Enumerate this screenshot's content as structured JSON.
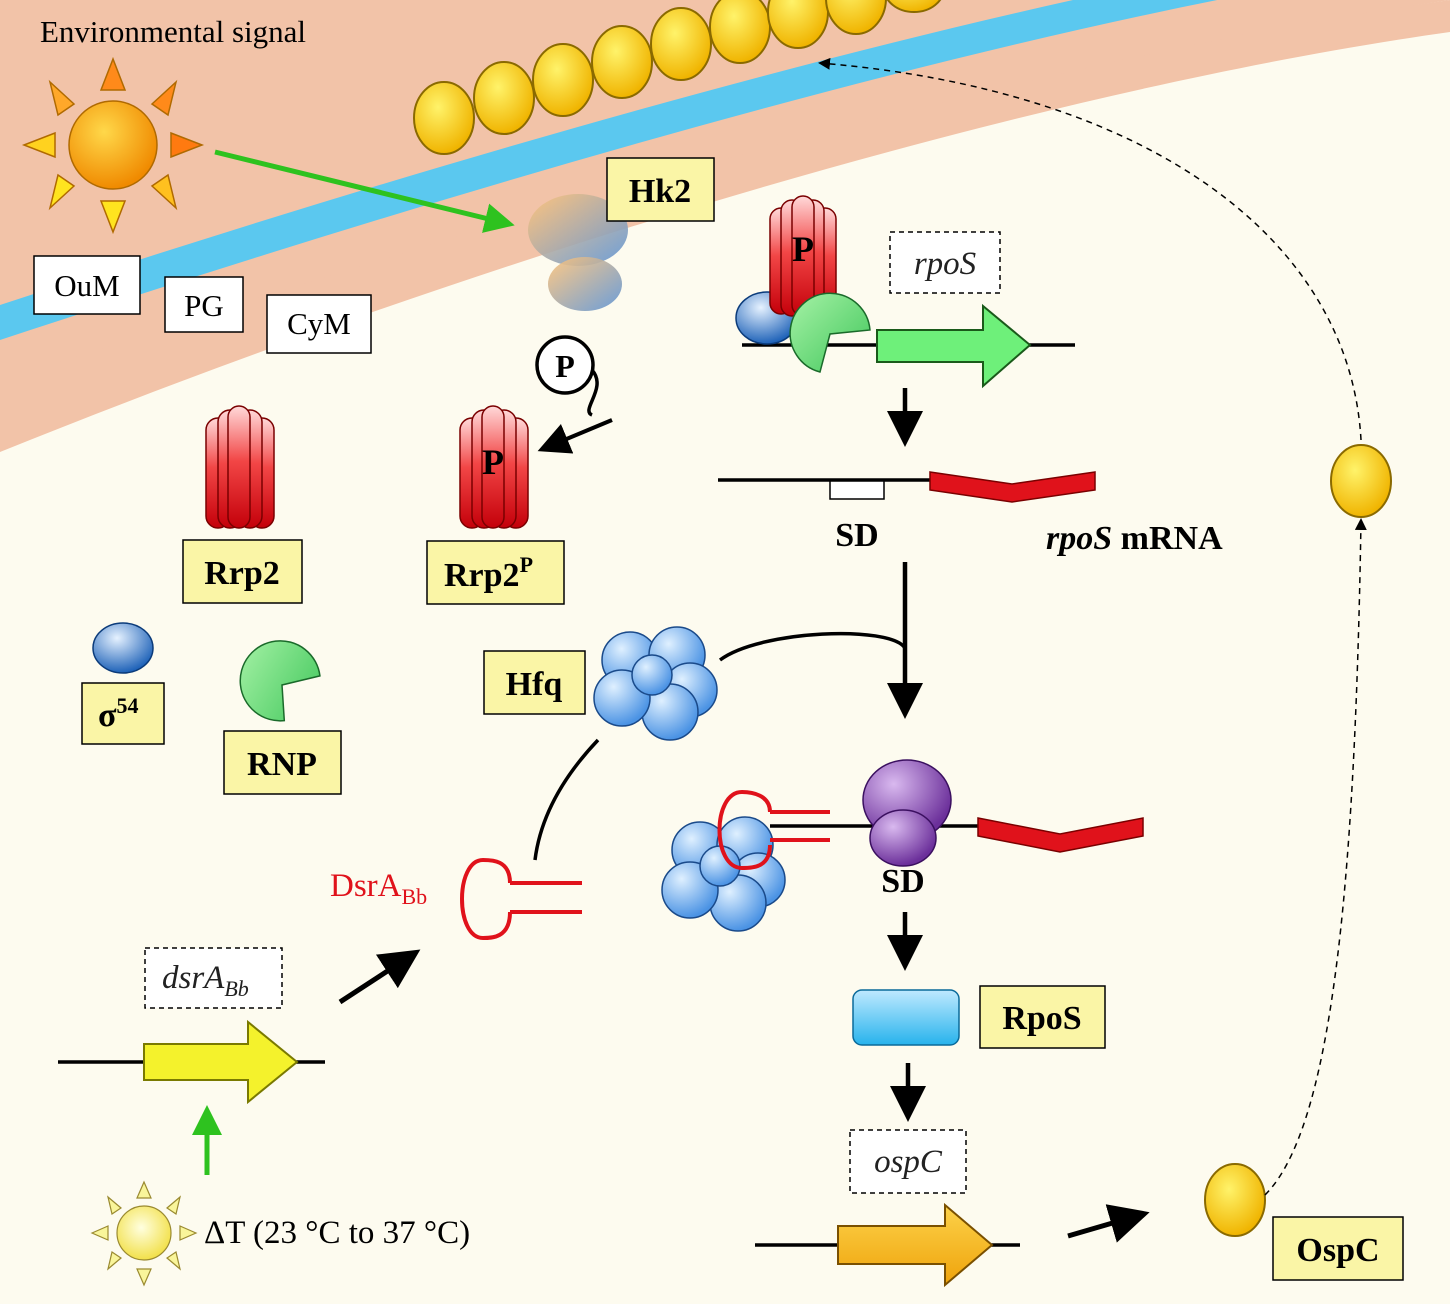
{
  "labels": {
    "environmental_signal": "Environmental  signal",
    "outer_membrane": "OuM",
    "peptidoglycan": "PG",
    "cytoplasmic_membrane": "CyM",
    "hk2": "Hk2",
    "rrp2": "Rrp2",
    "rrp2p_base": "Rrp2",
    "rrp2p_sup": "P",
    "sigma_base": "σ",
    "sigma_sup": "54",
    "rnp": "RNP",
    "hfq": "Hfq",
    "rpos_gene": "rpoS",
    "sd_top": "SD",
    "rpos_mrna_italic": "rpoS",
    "rpos_mrna_rest": " mRNA",
    "dsra_base": "DsrA",
    "dsra_sub": "Bb",
    "dsra_gene_base": "dsrA",
    "dsra_gene_sub": "Bb",
    "sd_bottom": "SD",
    "rpos_protein": "RpoS",
    "ospc_gene": "ospC",
    "ospc_protein": "OspC",
    "temperature": "ΔT (23 °C to 37 °C)",
    "phospho": "P"
  },
  "colors": {
    "background": "#fdfbef",
    "membrane_peach": "#f2c3a8",
    "membrane_blue": "#5bc8ef",
    "label_box": "#faf5a6",
    "signal_arrow": "#2ec21f",
    "dsra_red": "#e0121b",
    "rpos_arrow_green": "#6ef07a",
    "dsra_arrow_yellow": "#f4f22c",
    "ospc_arrow_orange": "#f5b21b"
  },
  "icons": [
    "sun-icon",
    "small-sun-icon",
    "hk2-kinase-icon",
    "rrp2-hexamer-icon",
    "sigma54-icon",
    "rnp-polymerase-icon",
    "hfq-hexamer-icon",
    "ribosome-icon",
    "rpos-protein-icon",
    "ospc-lipoprotein-icon"
  ]
}
